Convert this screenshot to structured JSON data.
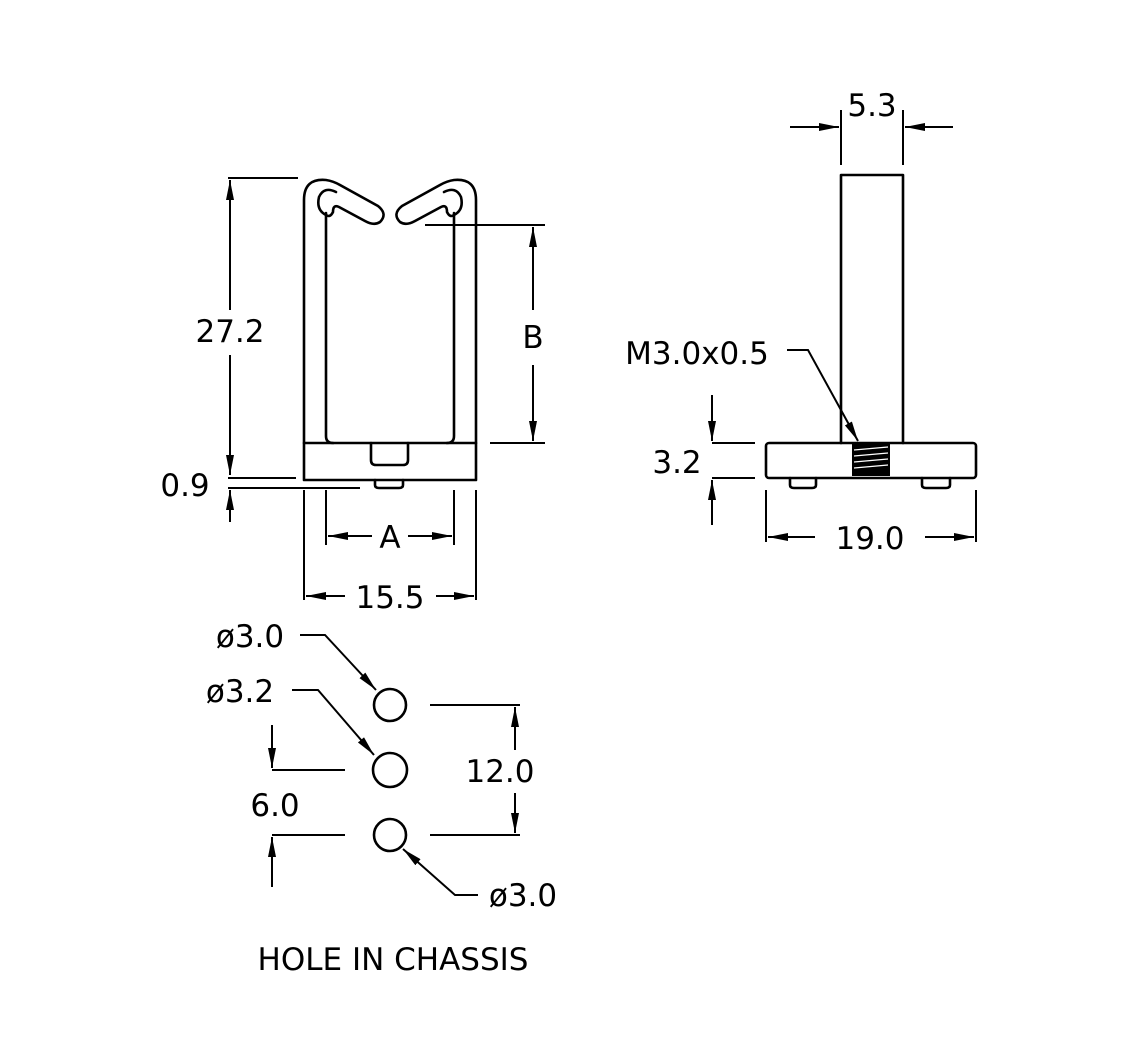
{
  "dimensions": {
    "height_total": "27.2",
    "base_offset": "0.9",
    "dim_a": "A",
    "dim_b": "B",
    "width_total": "15.5",
    "stem_width": "5.3",
    "thread": "M3.0x0.5",
    "base_thickness": "3.2",
    "base_width": "19.0"
  },
  "holes": {
    "hole_top": "ø3.0",
    "hole_middle": "ø3.2",
    "hole_bottom": "ø3.0",
    "spacing_total": "12.0",
    "spacing_half": "6.0",
    "caption": "HOLE IN CHASSIS"
  },
  "colors": {
    "line": "#000000",
    "background": "#ffffff"
  }
}
